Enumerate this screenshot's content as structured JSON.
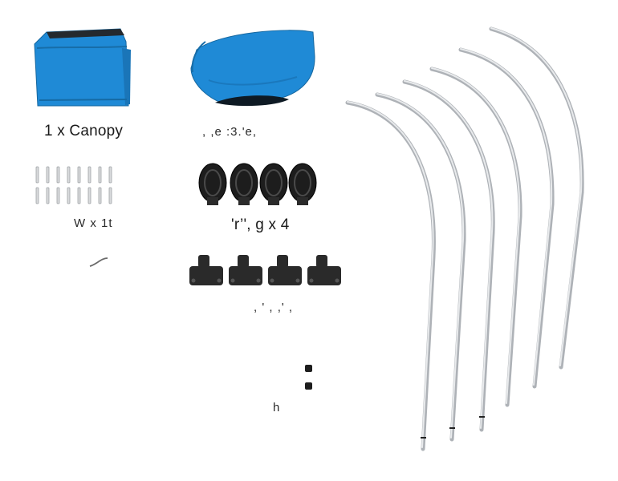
{
  "product": {
    "accent_blue": "#1f8ad6",
    "dark_part": "#2a2a2a",
    "metal": "#c9ccd0"
  },
  "labels": {
    "canopy": "1 x Canopy",
    "bag": ", ,e :3.'e,",
    "stakes": "W x 1t",
    "straps": "'r’', g x 4",
    "feet": ", ' , ,' ,",
    "small": "h"
  },
  "icons": {
    "canopy": "folded-canopy-icon",
    "bag": "storage-bag-icon",
    "stakes": "ground-stake-icon",
    "straps": "strap-coil-icon",
    "hook": "hook-icon",
    "feet": "pole-base-icon",
    "clips": "clip-icon",
    "poles": "curved-pole-icon"
  }
}
